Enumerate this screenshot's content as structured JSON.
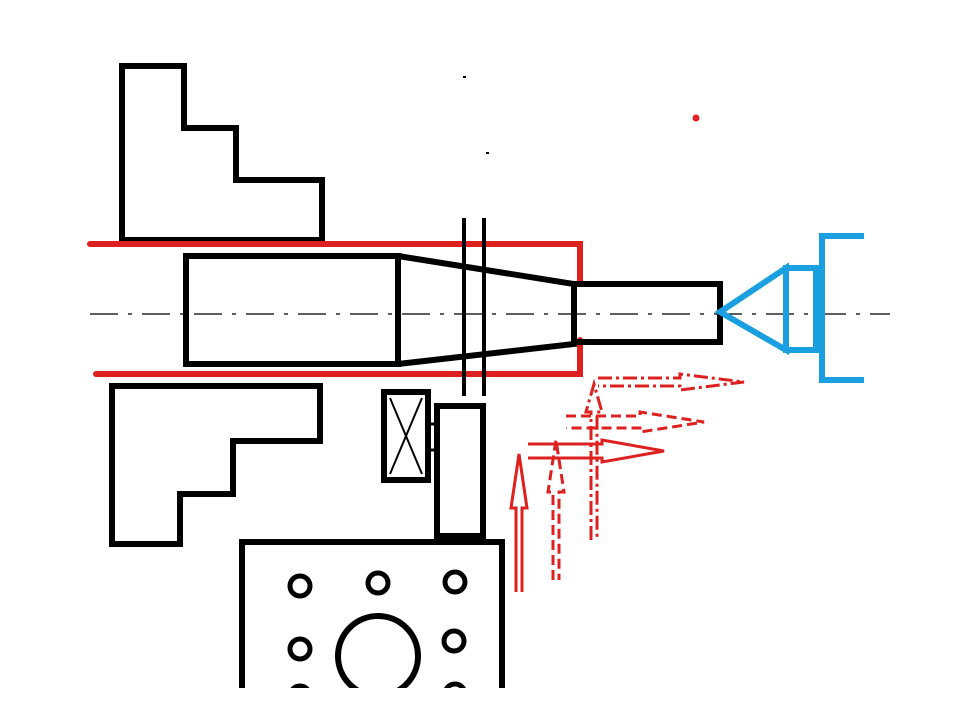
{
  "colors": {
    "background": "#ffffff",
    "outline": "#000000",
    "housing": "#dd2020",
    "arrows": "#dd2020",
    "tailstock": "#1aa0e0"
  },
  "components": [
    "upper-chuck-jaw",
    "lower-chuck-jaw",
    "red-housing",
    "spindle-body",
    "taper-section",
    "shaft-end",
    "vertical-rod",
    "tool-bearing-block",
    "tool-post",
    "cross-slide-block",
    "tailstock-center",
    "feed-arrows"
  ]
}
